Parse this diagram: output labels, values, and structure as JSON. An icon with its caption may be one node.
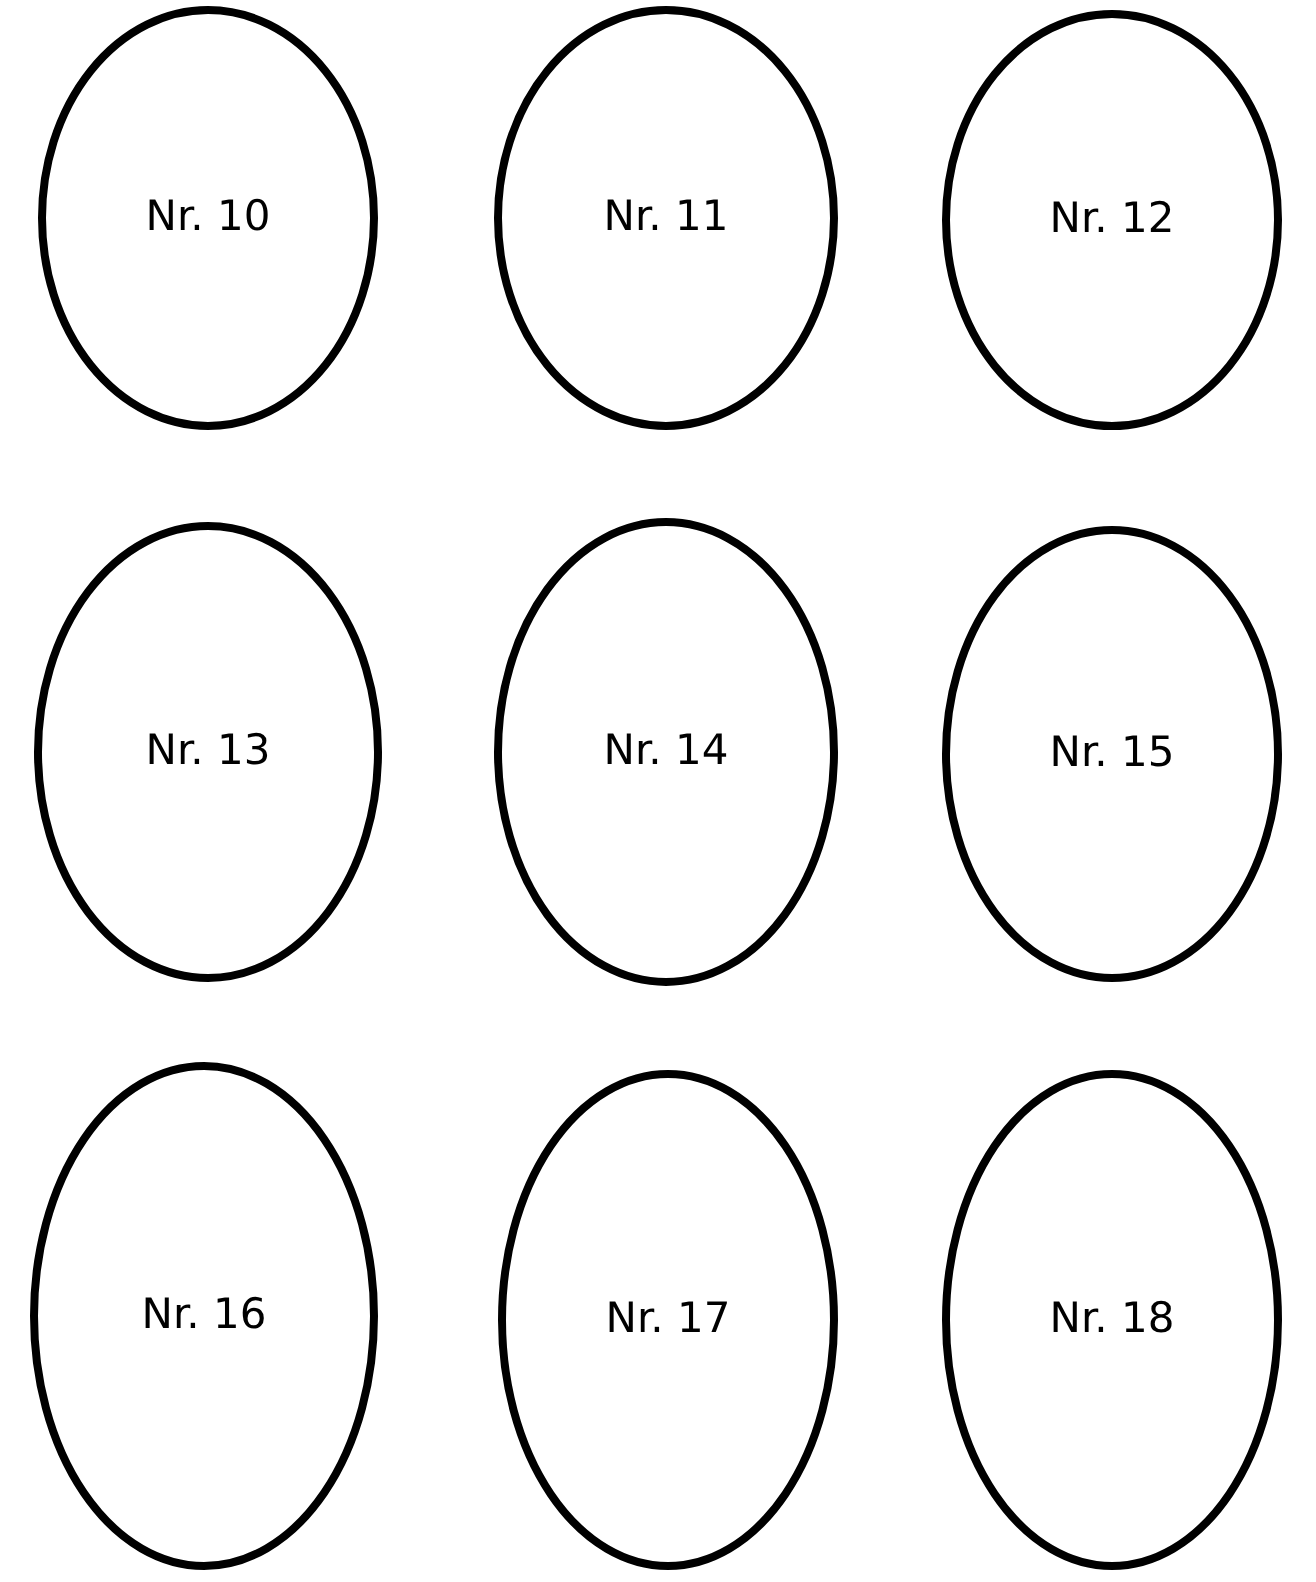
{
  "diagram": {
    "nodes": [
      {
        "text": [
          "Nr. 10"
        ]
      },
      {
        "text": [
          "Nr. 11"
        ]
      },
      {
        "text": [
          "Nr. 12"
        ]
      },
      {
        "text": [
          "Nr. 13"
        ]
      },
      {
        "text": [
          "Nr. 14"
        ]
      },
      {
        "text": [
          "Nr. 15"
        ]
      },
      {
        "text": [
          "Nr. 16"
        ]
      },
      {
        "text": [
          "Nr. 17"
        ]
      },
      {
        "text": [
          "Nr. 18"
        ]
      }
    ]
  }
}
